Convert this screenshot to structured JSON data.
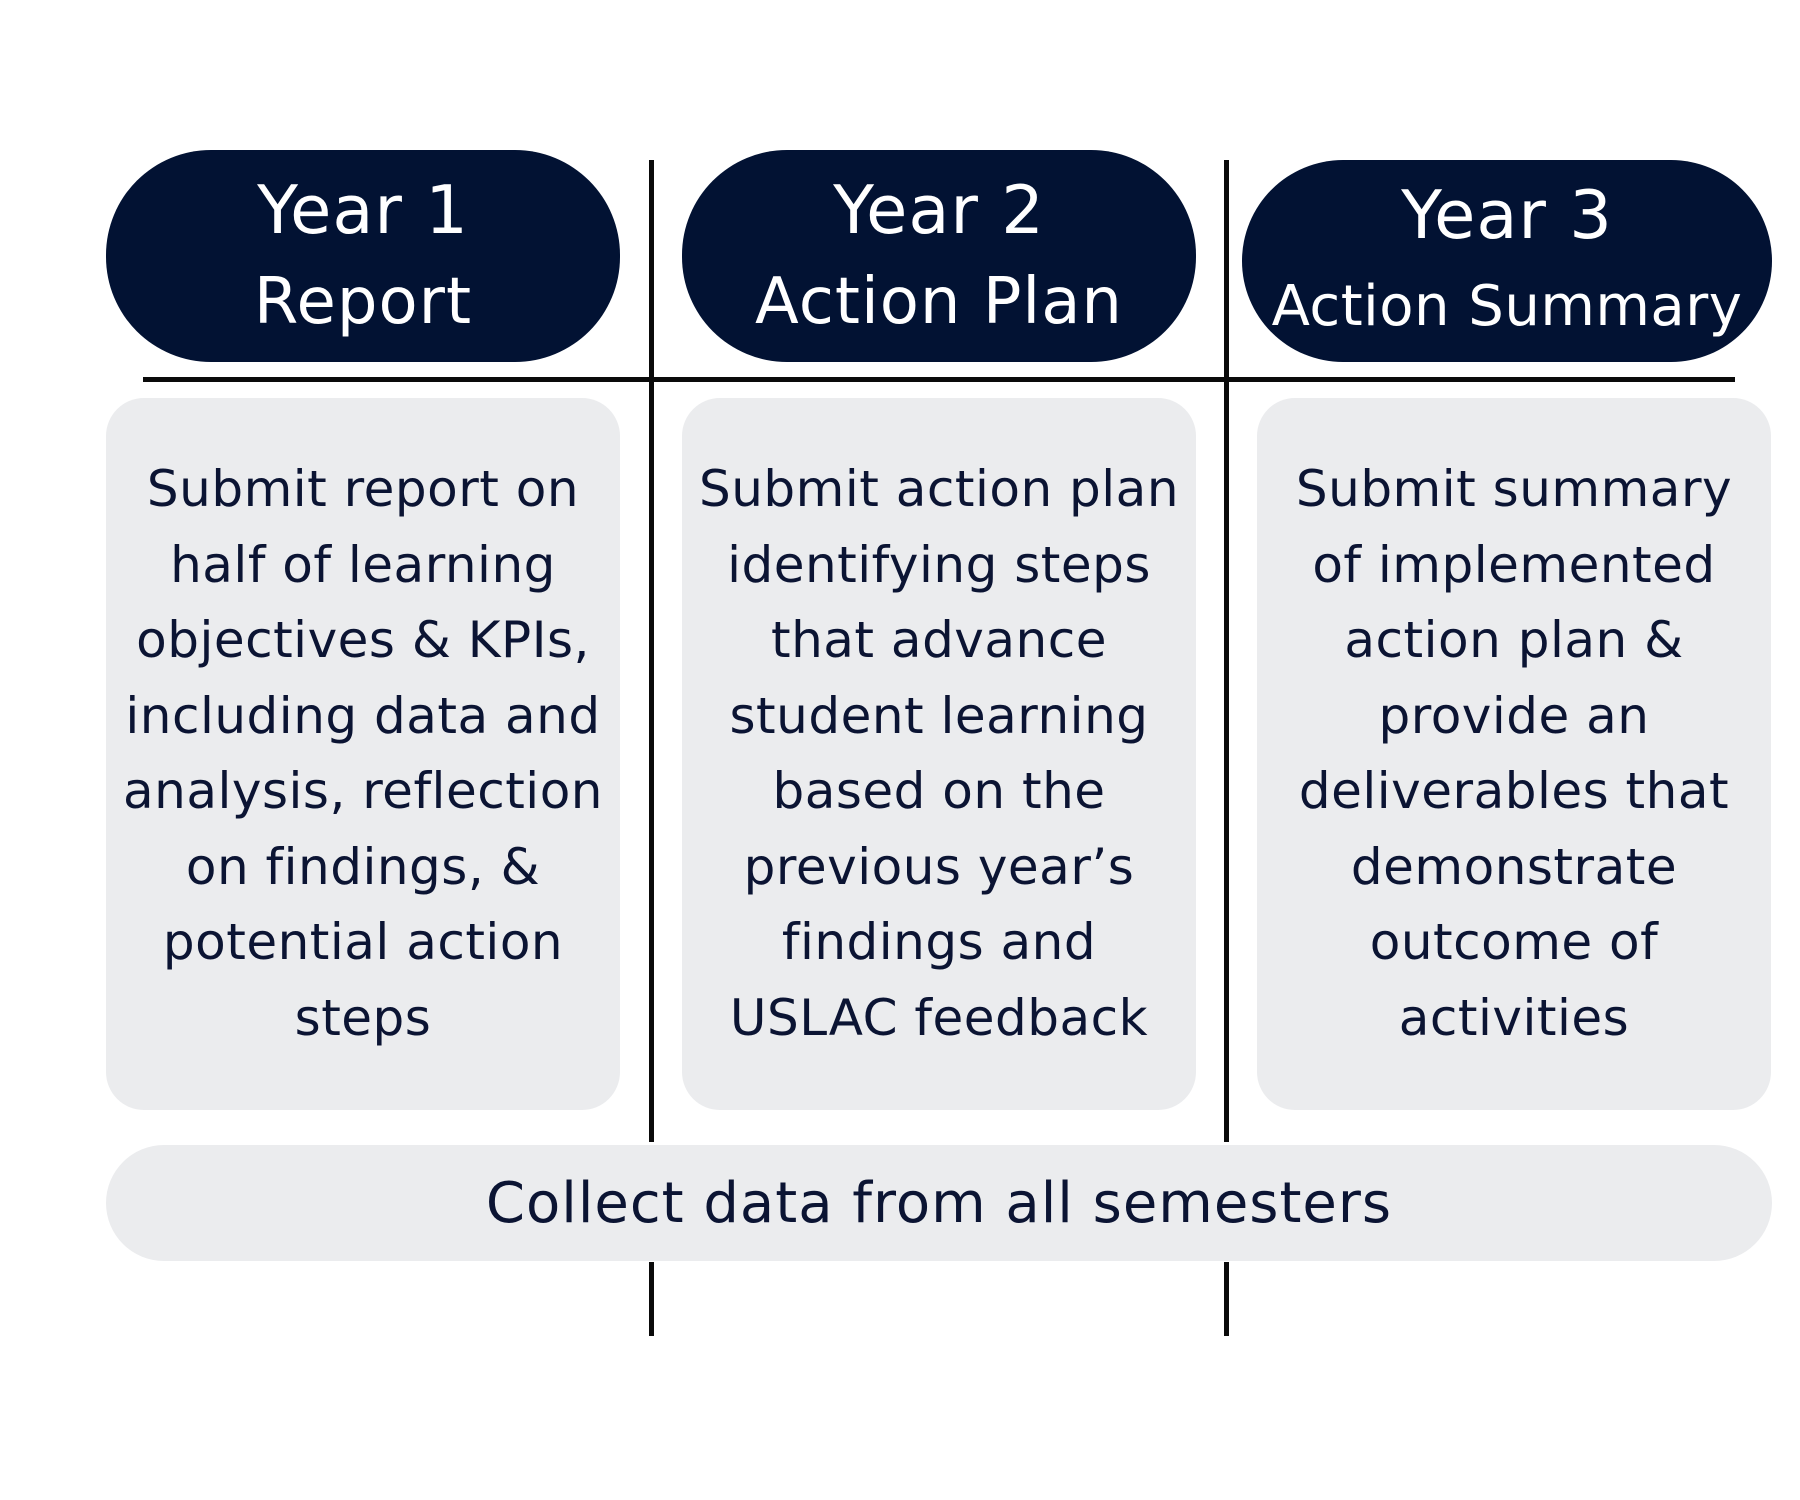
{
  "colors": {
    "header_fill": "#021233",
    "header_text": "#ffffff",
    "box_fill": "#ebecee",
    "body_text": "#0b1433",
    "divider": "#0a0a0a"
  },
  "columns": [
    {
      "title_line1": "Year 1",
      "title_line2": "Report",
      "description": "Submit report on half of learning objectives & KPIs, including data and analysis, reflection on findings, & potential action steps"
    },
    {
      "title_line1": "Year 2",
      "title_line2": "Action Plan",
      "description": "Submit action plan identifying steps that advance student learning based on the previous year’s findings and USLAC feedback"
    },
    {
      "title_line1": "Year 3",
      "title_line2": "Action Summary",
      "description": "Submit summary of implemented action plan & provide an deliverables that demonstrate outcome of activities"
    }
  ],
  "footer": {
    "text": "Collect data from all semesters"
  }
}
